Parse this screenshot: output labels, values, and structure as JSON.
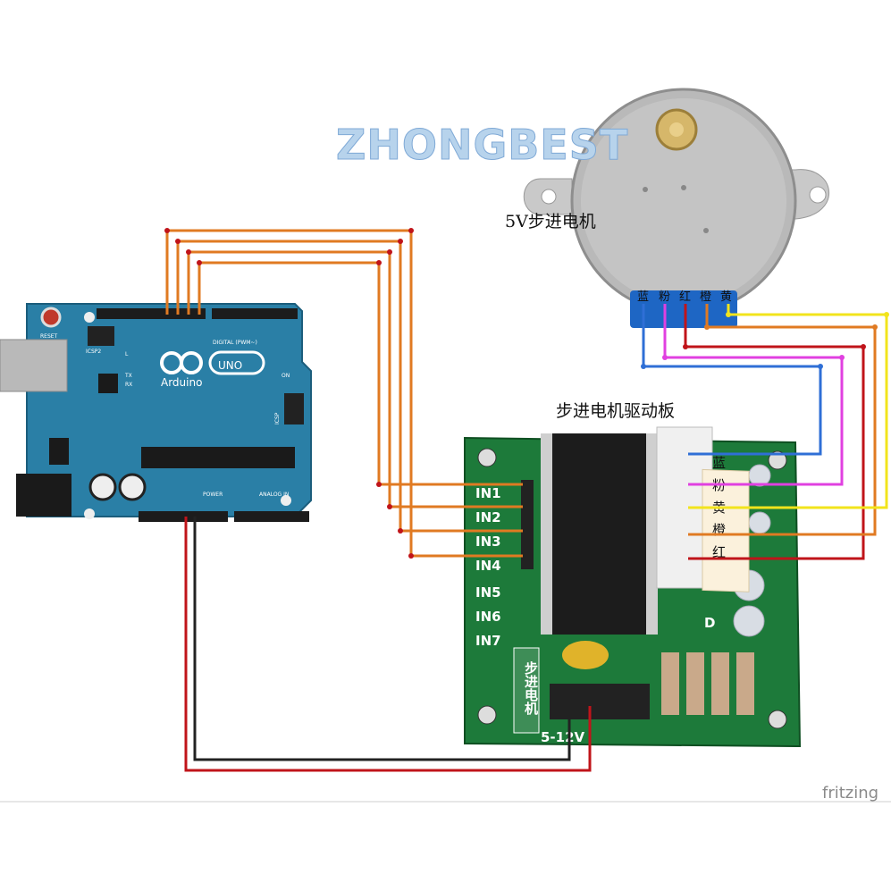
{
  "watermark": "ZHONGBEST",
  "motor": {
    "label": "5V步进电机",
    "wire_labels": [
      "蓝",
      "粉",
      "红",
      "橙",
      "黄"
    ]
  },
  "driver": {
    "label": "步进电机驱动板",
    "inputs": [
      "IN1",
      "IN2",
      "IN3",
      "IN4",
      "IN5",
      "IN6",
      "IN7"
    ],
    "connector_labels": [
      "蓝",
      "粉",
      "黄",
      "橙",
      "红"
    ],
    "board_vertical_text": "步进电机",
    "voltage_text": "5-12V",
    "led_letter": "D"
  },
  "arduino": {
    "logo_text": "UNO",
    "brand_text": "Arduino",
    "reset_text": "RESET",
    "icsp_text": "ICSP2",
    "icsp1_text": "ICSP",
    "digital_text": "DIGITAL (PWM~)",
    "power_text": "POWER",
    "analog_text": "ANALOG IN",
    "on_text": "ON",
    "tx_text": "TX",
    "rx_text": "RX",
    "l_text": "L"
  },
  "footer": {
    "brand": "fritzing"
  },
  "colors": {
    "orange_wire": "#e07a22",
    "blue_wire": "#2f6fd6",
    "pink_wire": "#e040e0",
    "yellow_wire": "#f2e41c",
    "red_wire": "#c0141a",
    "black_wire": "#222222",
    "arduino_board": "#2a7fa6",
    "driver_pcb": "#1d7a3a"
  }
}
